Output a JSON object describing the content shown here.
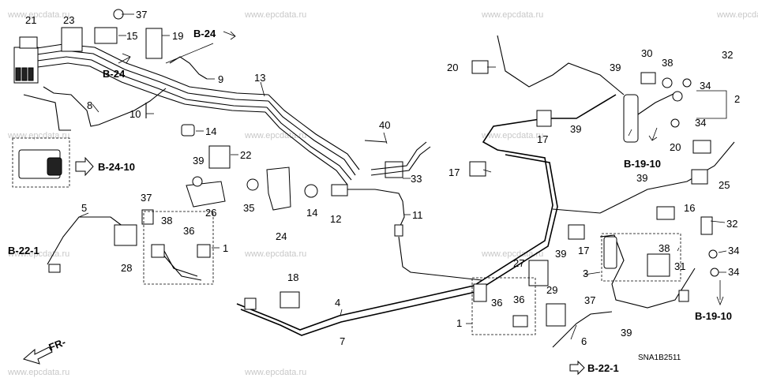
{
  "watermark": "www.epcdata.ru",
  "diagram_code": "SNA1B2511",
  "direction_label": "FR-",
  "references": {
    "b24_top": "B-24",
    "b24_left": "B-24",
    "b24_10": "B-24-10",
    "b22_1_left": "B-22-1",
    "b22_1_bottom": "B-22-1",
    "b19_10_top": "B-19-10",
    "b19_10_right": "B-19-10"
  },
  "callouts": {
    "n21": "21",
    "n23": "23",
    "n37a": "37",
    "n15": "15",
    "n19": "19",
    "n9": "9",
    "n8": "8",
    "n10": "10",
    "n14a": "14",
    "n13": "13",
    "n22": "22",
    "n39a": "39",
    "n26": "26",
    "n35": "35",
    "n24": "24",
    "n14b": "14",
    "n12": "12",
    "n40": "40",
    "n33": "33",
    "n11": "11",
    "n5": "5",
    "n37b": "37",
    "n38a": "38",
    "n36a": "36",
    "n1a": "1",
    "n28": "28",
    "n18": "18",
    "n4": "4",
    "n7": "7",
    "n20a": "20",
    "n17a": "17",
    "n17b": "17",
    "n39b": "39",
    "n30": "30",
    "n38b": "38",
    "n32a": "32",
    "n34a": "34",
    "n2": "2",
    "n34b": "34",
    "n20b": "20",
    "n39c": "39",
    "n25": "25",
    "n16": "16",
    "n32b": "32",
    "n17c": "17",
    "n38c": "38",
    "n34c": "34",
    "n39d": "39",
    "n31": "31",
    "n27": "27",
    "n3": "3",
    "n34d": "34",
    "n36b": "36",
    "n36c": "36",
    "n29": "29",
    "n37c": "37",
    "n1b": "1",
    "n6": "6",
    "n39e": "39"
  }
}
